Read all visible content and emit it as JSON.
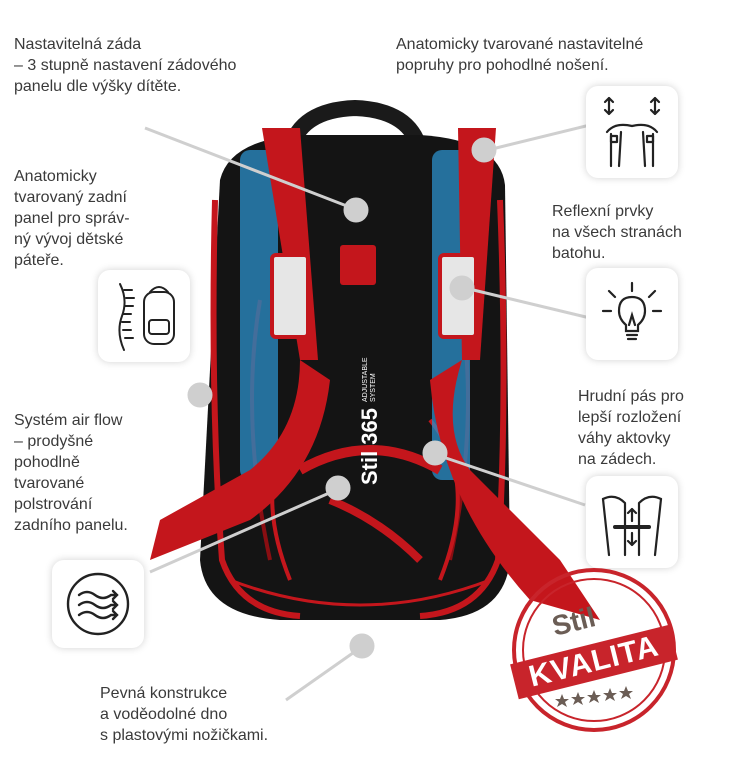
{
  "annotations": {
    "back_adjust": "Nastavitelná záda\n– 3 stupně nastavení zádového\npanelu dle výšky dítěte.",
    "straps": "Anatomicky tvarované nastavitelné\npopruhy pro pohodlné nošení.",
    "back_panel": "Anatomicky\ntvarovaný zadní\npanel pro správ-\nný vývoj dětské\npáteře.",
    "reflective": "Reflexní prvky\nna všech stranách\nbatohu.",
    "chest_strap": "Hrudní pás pro\nlepší rozložení\nváhy aktovky\nna zádech.",
    "airflow": "Systém air flow\n– prodyšné\npohodlně\ntvarované\npolstrování\nzadního panelu.",
    "bottom": "Pevná konstrukce\na voděodolné dno\ns plastovými nožičkami."
  },
  "product_branding": {
    "brand": "Stil",
    "model": "365",
    "tagline_line1": "ADJUSTABLE",
    "tagline_line2": "SYSTEM"
  },
  "stamp": {
    "top_text": "Stil",
    "main_text": "KVALITA",
    "color": "#c8242b"
  },
  "icons": [
    "adjustable-straps-icon",
    "spine-backpack-icon",
    "light-bulb-icon",
    "chest-strap-icon",
    "air-flow-icon"
  ],
  "colors": {
    "backpack_red": "#c4161c",
    "backpack_black": "#141414",
    "leader_line": "#cfcfcf",
    "text": "#3a3a3a"
  }
}
